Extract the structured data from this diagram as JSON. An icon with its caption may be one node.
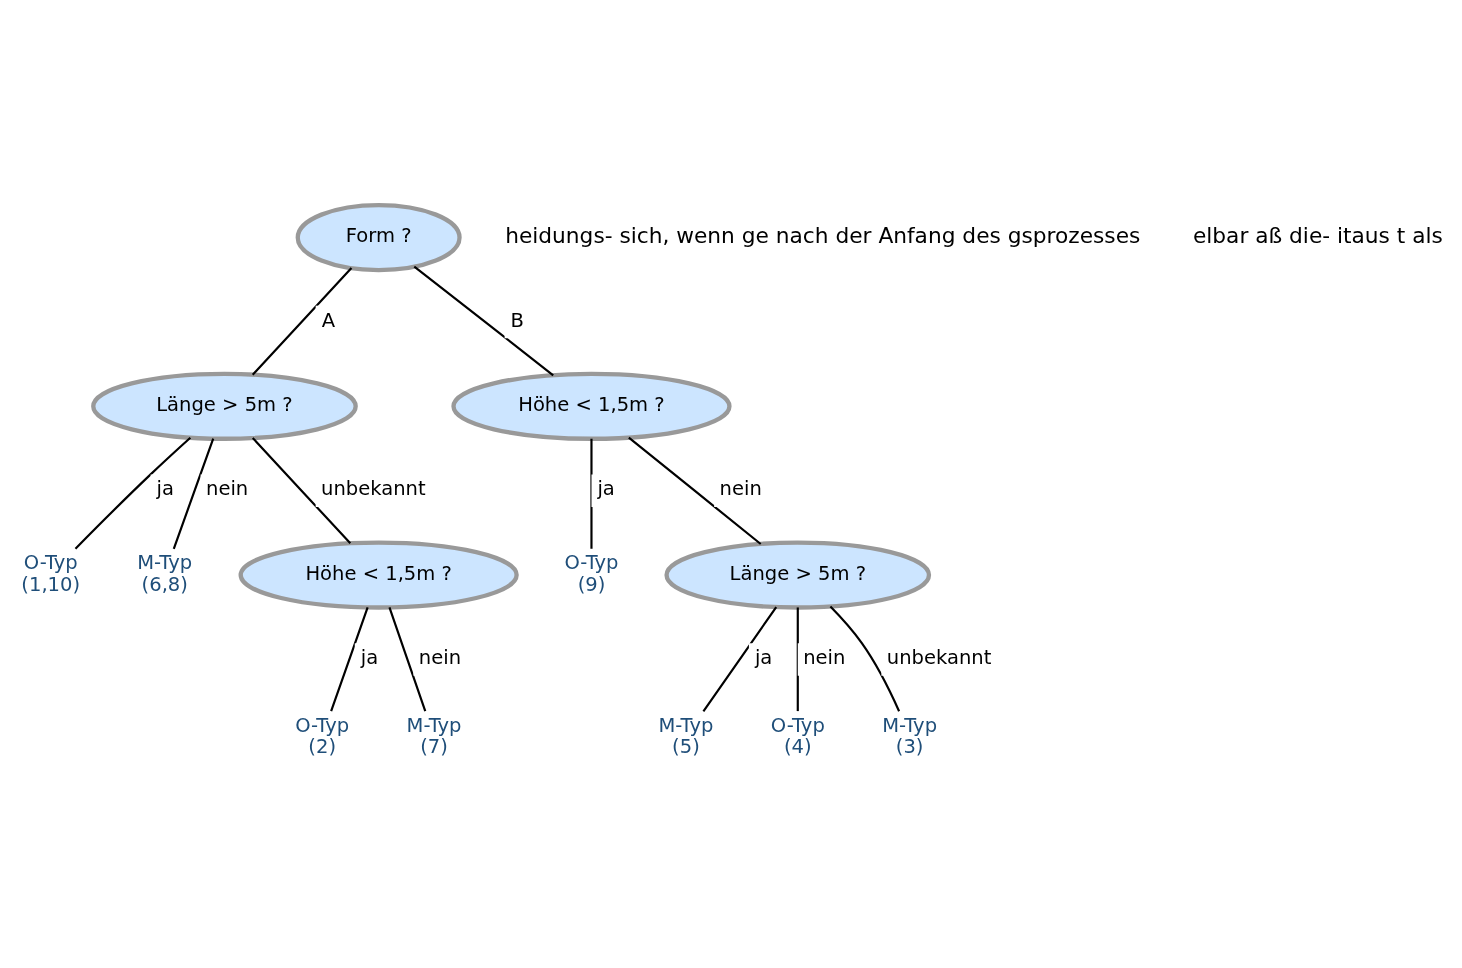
{
  "diagram": {
    "nodes": [
      {
        "text": [
          "Form ?"
        ]
      },
      {
        "text": [
          "Länge > 5m ?"
        ]
      },
      {
        "text": [
          "Höhe < 1,5m ?"
        ]
      },
      {
        "text": [
          "O-Typ",
          "(1,10)"
        ]
      },
      {
        "text": [
          "M-Typ",
          "(6,8)"
        ]
      },
      {
        "text": [
          "Höhe < 1,5m ?"
        ]
      },
      {
        "text": [
          "O-Typ",
          "(9)"
        ]
      },
      {
        "text": [
          "Länge > 5m ?"
        ]
      },
      {
        "text": [
          "O-Typ",
          "(2)"
        ]
      },
      {
        "text": [
          "M-Typ",
          "(7)"
        ]
      },
      {
        "text": [
          "M-Typ",
          "(5)"
        ]
      },
      {
        "text": [
          "O-Typ",
          "(4)"
        ]
      },
      {
        "text": [
          "M-Typ",
          "(3)"
        ]
      }
    ],
    "edges": [
      {
        "from": 0,
        "to": 1,
        "arrow": "none",
        "label": "A"
      },
      {
        "from": 0,
        "to": 2,
        "arrow": "none",
        "label": "B"
      },
      {
        "from": 1,
        "to": 3,
        "arrow": "none",
        "label": "ja"
      },
      {
        "from": 1,
        "to": 4,
        "arrow": "none",
        "label": "nein"
      },
      {
        "from": 1,
        "to": 5,
        "arrow": "none",
        "label": "unbekannt"
      },
      {
        "from": 2,
        "to": 6,
        "arrow": "none",
        "label": "ja"
      },
      {
        "from": 2,
        "to": 7,
        "arrow": "none",
        "label": "nein"
      },
      {
        "from": 5,
        "to": 8,
        "arrow": "none",
        "label": "ja"
      },
      {
        "from": 5,
        "to": 9,
        "arrow": "none",
        "label": "nein"
      },
      {
        "from": 7,
        "to": 10,
        "arrow": "none",
        "label": "ja"
      },
      {
        "from": 7,
        "to": 11,
        "arrow": "none",
        "label": "nein"
      },
      {
        "from": 7,
        "to": 12,
        "arrow": "none",
        "label": "unbekannt"
      }
    ],
    "labels": [
      "heidungs- sich, wenn ge nach der Anfang des gsprozesses",
      "elbar aß die- itaus t als"
    ]
  }
}
